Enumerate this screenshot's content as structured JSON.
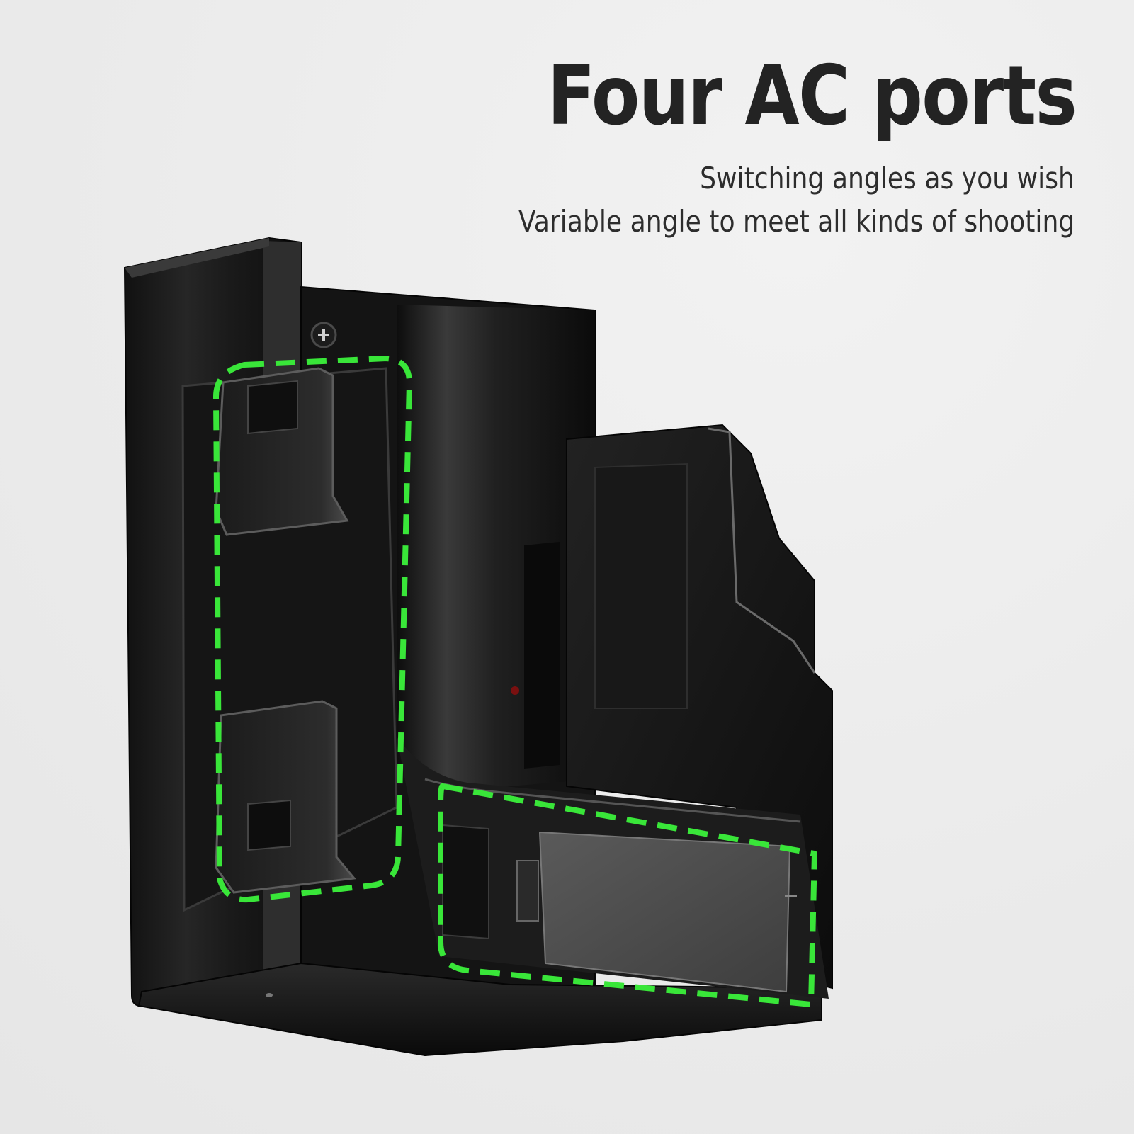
{
  "headline": "Four AC ports",
  "sublines": [
    "Switching angles as you wish",
    "Variable angle to meet all kinds of shooting"
  ],
  "colors": {
    "background": "#ebebeb",
    "text": "#232323",
    "product": "#1a1a1a",
    "highlight_dash": "#39e639"
  },
  "icons": {
    "screw": "screw-icon"
  }
}
